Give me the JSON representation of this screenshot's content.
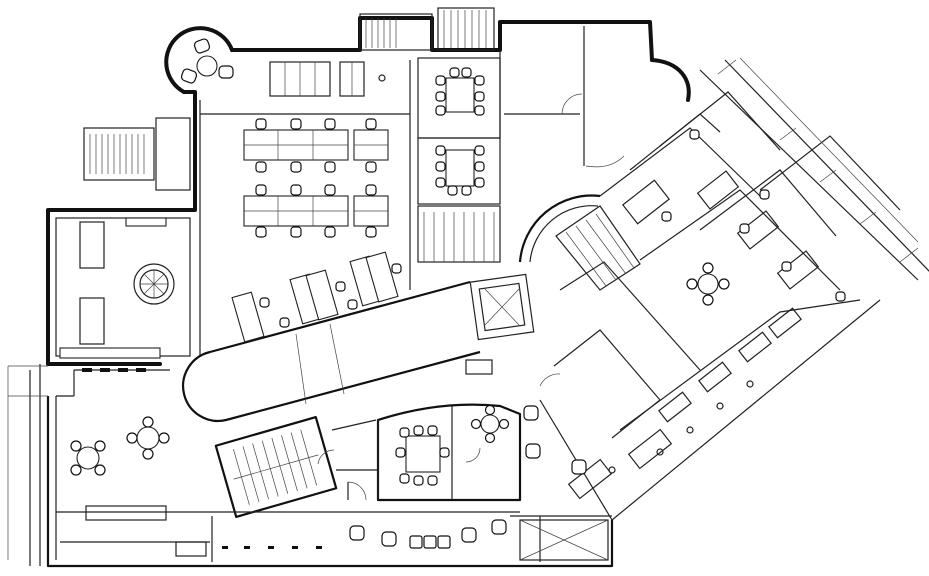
{
  "drawing": {
    "type": "architectural floor plan",
    "line_color": "#111111",
    "background_color": "#ffffff"
  },
  "furniture_counts": {
    "round_tables_4_chairs": 4,
    "meeting_tables_6_chairs": 3,
    "workstation_rows": 2,
    "stair_cores": 3
  }
}
